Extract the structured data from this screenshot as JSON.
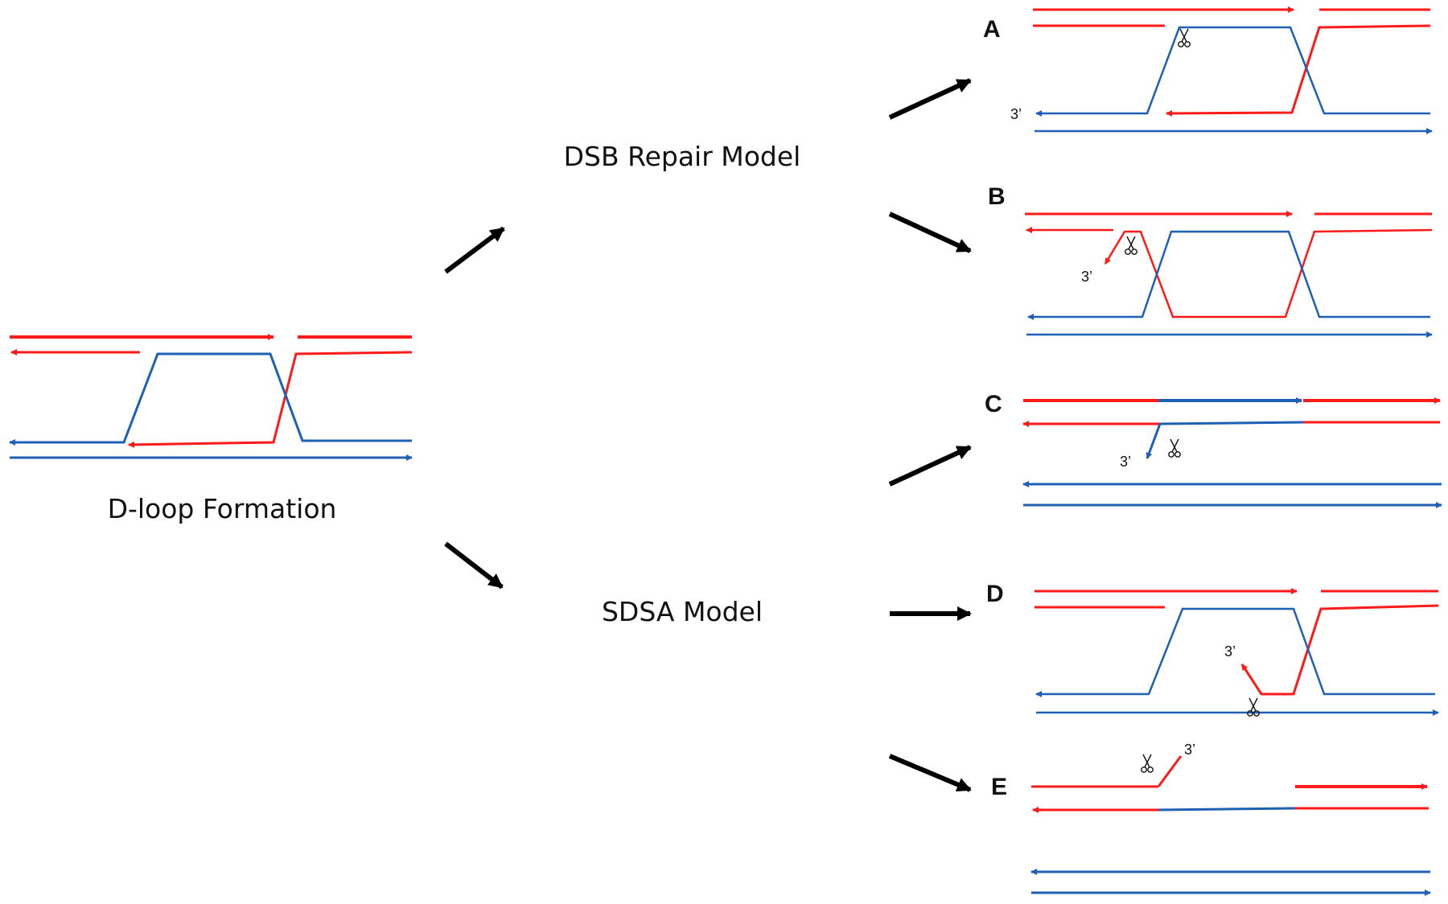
{
  "colors": {
    "red": "#ff1a1a",
    "blue": "#1f5fb4",
    "arrow": "#000000",
    "text": "#111111"
  },
  "captions": {
    "dloop": "D-loop Formation",
    "dsb": "DSB Repair Model",
    "sdsa": "SDSA Model"
  },
  "panels": {
    "A": {
      "label": "A",
      "end": "3’"
    },
    "B": {
      "label": "B",
      "end": "3’"
    },
    "C": {
      "label": "C",
      "end": "3’"
    },
    "D": {
      "label": "D",
      "end": "3’"
    },
    "E": {
      "label": "E",
      "end": "3’"
    }
  },
  "icons": {
    "cut_site": "scissors-icon",
    "pathway": "arrow-icon"
  }
}
